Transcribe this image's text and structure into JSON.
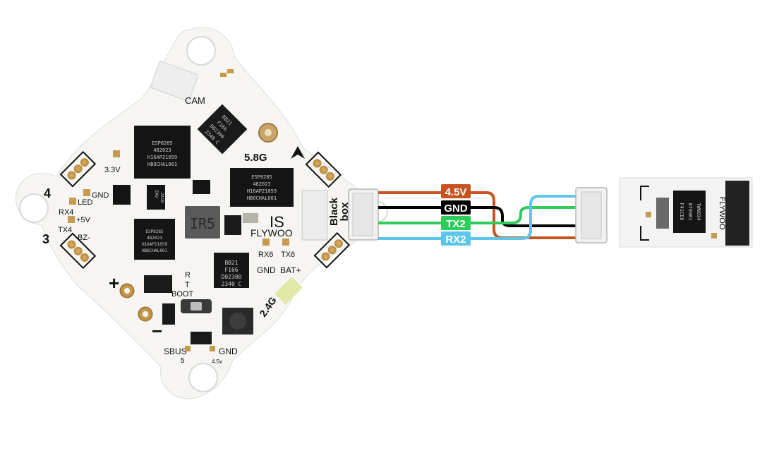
{
  "board": {
    "brand": "FLYWOO",
    "model": "IS",
    "ir_label": "IR5",
    "pads": {
      "cam": "CAM",
      "v33": "3.3V",
      "gnd_left": "GND",
      "led": "LED",
      "rx4": "RX4",
      "v5": "+5V",
      "tx4": "TX4",
      "bz": "BZ-",
      "motor4": "4",
      "motor3": "3",
      "rx6": "RX6",
      "tx6": "TX6",
      "gnd_right": "GND",
      "bat": "BAT+",
      "r": "R",
      "t": "T",
      "boot": "BOOT",
      "plus": "+",
      "minus": "−",
      "sbus": "SBUS",
      "sbus_num": "5",
      "gnd_bottom": "GND",
      "v45_small": "4.5v",
      "g58": "5.8G",
      "g24": "2.4G",
      "blackbox_1": "Black",
      "blackbox_2": "box"
    },
    "chips": {
      "esp_1": "ESP8285",
      "esp_2": "482023",
      "esp_3": "H16AP21059",
      "esp_4": "HBOCHAL001",
      "mcu_1": "BB21",
      "mcu_2": "F166",
      "mcu_3": "D02300",
      "mcu_4": "2340 C",
      "small_1": "EAV",
      "small_2": "2A1B"
    }
  },
  "wires": [
    {
      "label": "4.5V",
      "color": "#c8531f"
    },
    {
      "label": "GND",
      "color": "#000000"
    },
    {
      "label": "TX2",
      "color": "#2ecc5a"
    },
    {
      "label": "RX2",
      "color": "#5bc6ea"
    }
  ],
  "module": {
    "brand": "FLYWOO",
    "chip_1": "F41CE6",
    "chip_2": "0799R1",
    "chip_3": "TWN034"
  }
}
